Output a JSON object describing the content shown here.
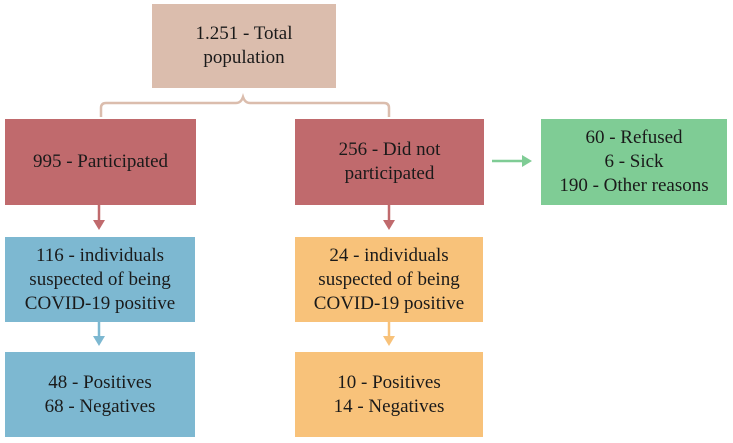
{
  "nodes": {
    "total": {
      "lines": [
        "1.251 - Total",
        "population"
      ],
      "color": "#dbbdad"
    },
    "participated": {
      "lines": [
        "995 - Participated"
      ],
      "color": "#c06a6d"
    },
    "not_participated": {
      "lines": [
        "256 - Did not",
        "participated"
      ],
      "color": "#c06a6d"
    },
    "reasons": {
      "lines": [
        "60 - Refused",
        "6 - Sick",
        "190 - Other reasons"
      ],
      "color": "#7fcc95"
    },
    "suspected_participated": {
      "lines": [
        "116 - individuals",
        "suspected of being",
        "COVID-19 positive"
      ],
      "color": "#7db8d1"
    },
    "suspected_not_participated": {
      "lines": [
        "24 - individuals",
        "suspected of being",
        "COVID-19 positive"
      ],
      "color": "#f8c27a"
    },
    "results_participated": {
      "lines": [
        "48 - Positives",
        "68 - Negatives"
      ],
      "color": "#7db8d1"
    },
    "results_not_participated": {
      "lines": [
        "10 - Positives",
        "14 - Negatives"
      ],
      "color": "#f8c27a"
    }
  },
  "connector_colors": {
    "brace": "#dbbdad",
    "red_arrow": "#c06a6d",
    "blue_arrow": "#7db8d1",
    "orange_arrow": "#f8c27a",
    "green_arrow": "#7fcc95"
  }
}
